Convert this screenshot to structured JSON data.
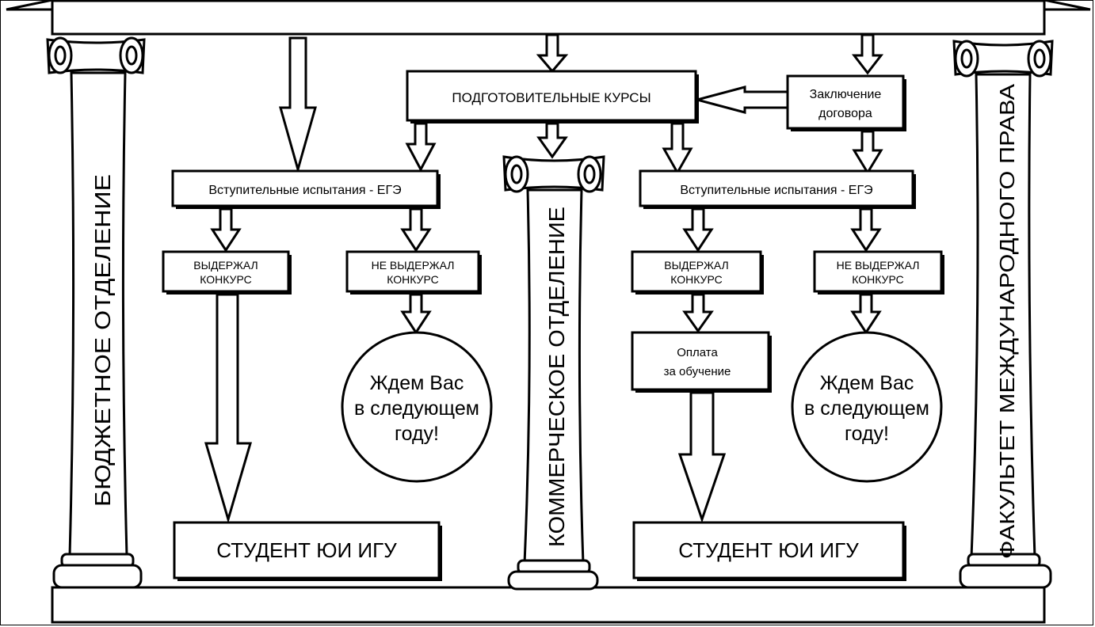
{
  "colors": {
    "stroke": "#000000",
    "fill": "#ffffff",
    "background": "#ffffff"
  },
  "columns": {
    "left": "БЮДЖЕТНОЕ ОТДЕЛЕНИЕ",
    "middle": "КОММЕРЧЕСКОЕ ОТДЕЛЕНИЕ",
    "right": "ФАКУЛЬТЕТ МЕЖДУНАРОДНОГО ПРАВА"
  },
  "boxes": {
    "prep_courses": "ПОДГОТОВИТЕЛЬНЫЕ КУРСЫ",
    "contract_line1": "Заключение",
    "contract_line2": "договора",
    "exam_budget": "Вступительные испытания - ЕГЭ",
    "exam_commercial": "Вступительные испытания - ЕГЭ",
    "passed_budget_line1": "ВЫДЕРЖАЛ",
    "passed_budget_line2": "КОНКУРС",
    "failed_budget_line1": "НЕ ВЫДЕРЖАЛ",
    "failed_budget_line2": "КОНКУРС",
    "passed_commercial_line1": "ВЫДЕРЖАЛ",
    "passed_commercial_line2": "КОНКУРС",
    "failed_commercial_line1": "НЕ ВЫДЕРЖАЛ",
    "failed_commercial_line2": "КОНКУРС",
    "payment_line1": "Оплата",
    "payment_line2": "за обучение",
    "student_budget": "СТУДЕНТ ЮИ ИГУ",
    "student_commercial": "СТУДЕНТ ЮИ ИГУ"
  },
  "circles": {
    "budget_line1": "Ждем Вас",
    "budget_line2": "в следующем",
    "budget_line3": "году!",
    "commercial_line1": "Ждем Вас",
    "commercial_line2": "в следующем",
    "commercial_line3": "году!"
  },
  "icons": [
    "pediment",
    "column-left",
    "column-middle",
    "column-right",
    "down-arrow",
    "left-arrow"
  ]
}
